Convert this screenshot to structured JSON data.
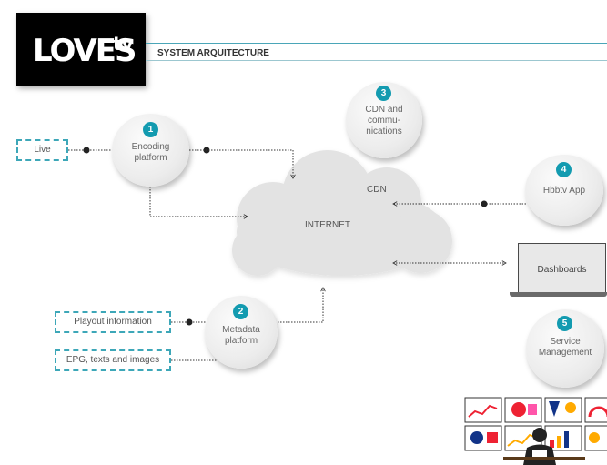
{
  "logo": {
    "text": "LOVES",
    "superscript": "tv"
  },
  "header": {
    "title": "SYSTEM ARQUITECTURE"
  },
  "nodes": {
    "encoding": {
      "number": "1",
      "line1": "Encoding",
      "line2": "platform"
    },
    "metadata": {
      "number": "2",
      "line1": "Metadata",
      "line2": "platform"
    },
    "cdn": {
      "number": "3",
      "line1": "CDN and",
      "line2": "commu-",
      "line3": "nications"
    },
    "hbbtv": {
      "number": "4",
      "line1": "Hbbtv App"
    },
    "service": {
      "number": "5",
      "line1": "Service",
      "line2": "Management"
    }
  },
  "inputs": {
    "live": "Live",
    "playout": "Playout information",
    "epg": "EPG, texts and images"
  },
  "cloud": {
    "cdn_label": "CDN",
    "internet_label": "INTERNET"
  },
  "dashboards": {
    "label": "Dashboards"
  },
  "colors": {
    "accent": "#139bb0",
    "dashed_border": "#3da7b8",
    "cloud": "#e3e3e3"
  }
}
